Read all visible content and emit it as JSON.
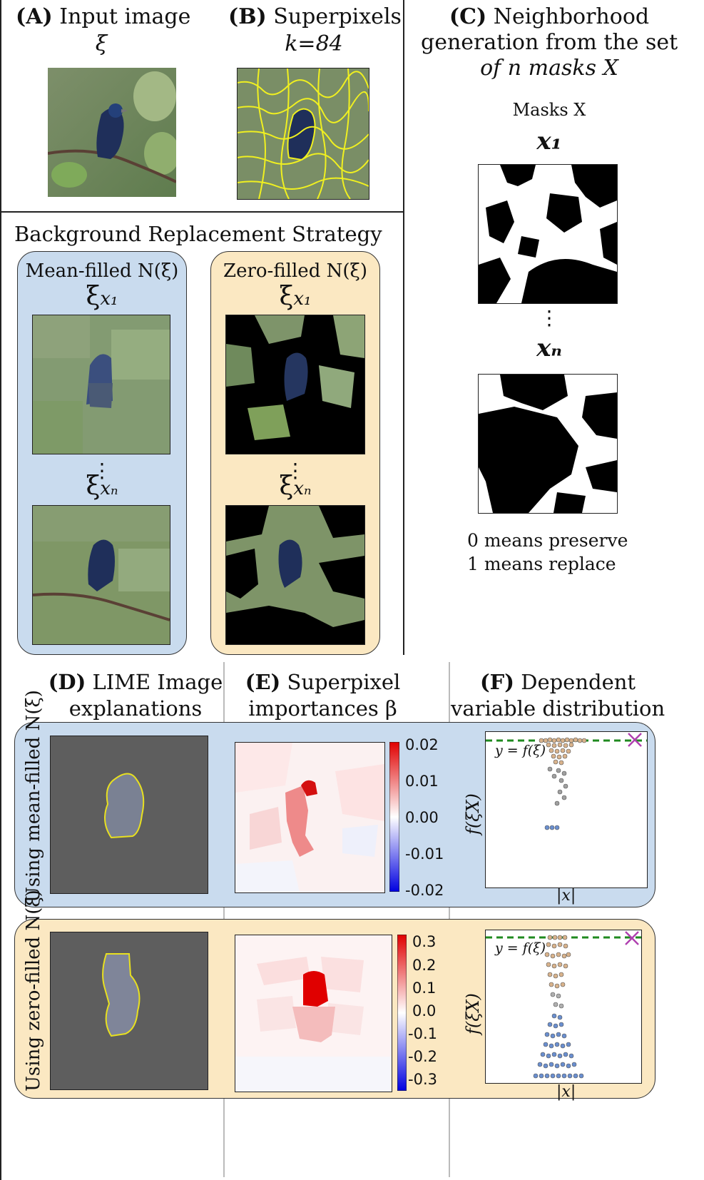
{
  "panel_a": {
    "label": "(A)",
    "title": "Input image",
    "symbol": "ξ"
  },
  "panel_b": {
    "label": "(B)",
    "title": "Superpixels",
    "k_text": "k=84"
  },
  "panel_c": {
    "label": "(C)",
    "title_line1": "Neighborhood",
    "title_line2": "generation from the set",
    "title_line3": "of n masks X",
    "masks_label": "Masks X",
    "x1": "x₁",
    "xn": "xₙ",
    "dots": "⋮",
    "legend1": "0 means preserve",
    "legend2": "1 means replace"
  },
  "bg_strategy": {
    "title": "Background Replacement Strategy",
    "mean_title": "Mean-filled N(ξ)",
    "zero_title": "Zero-filled N(ξ)",
    "xi_x1": "ξ",
    "sub1": "x₁",
    "xi_xn": "ξ",
    "subn": "xₙ",
    "dots": "⋮"
  },
  "panel_d": {
    "label": "(D)",
    "title_line1": "LIME Image",
    "title_line2": "explanations"
  },
  "panel_e": {
    "label": "(E)",
    "title_line1": "Superpixel",
    "title_line2": "importances β",
    "cbar_top": [
      "0.02",
      "0.01",
      "0.00",
      "-0.01",
      "-0.02"
    ],
    "cbar_bottom": [
      "0.3",
      "0.2",
      "0.1",
      "0.0",
      "-0.1",
      "-0.2",
      "-0.3"
    ]
  },
  "panel_f": {
    "label": "(F)",
    "title_line1": "Dependent",
    "title_line2": "variable distribution",
    "y_label": "f(ξX)",
    "x_label": "|x|",
    "y_eq": "y = f(ξ)"
  },
  "rows": {
    "mean": "Using mean-filled N(ξ)",
    "zero": "Using zero-filled N(ξ)"
  },
  "colors": {
    "blue_panel": "#c9dbee",
    "yellow_panel": "#fbe8c2",
    "mask_black": "#000000",
    "dashed_green": "#1f8a1f",
    "marker": "#c040c0"
  }
}
